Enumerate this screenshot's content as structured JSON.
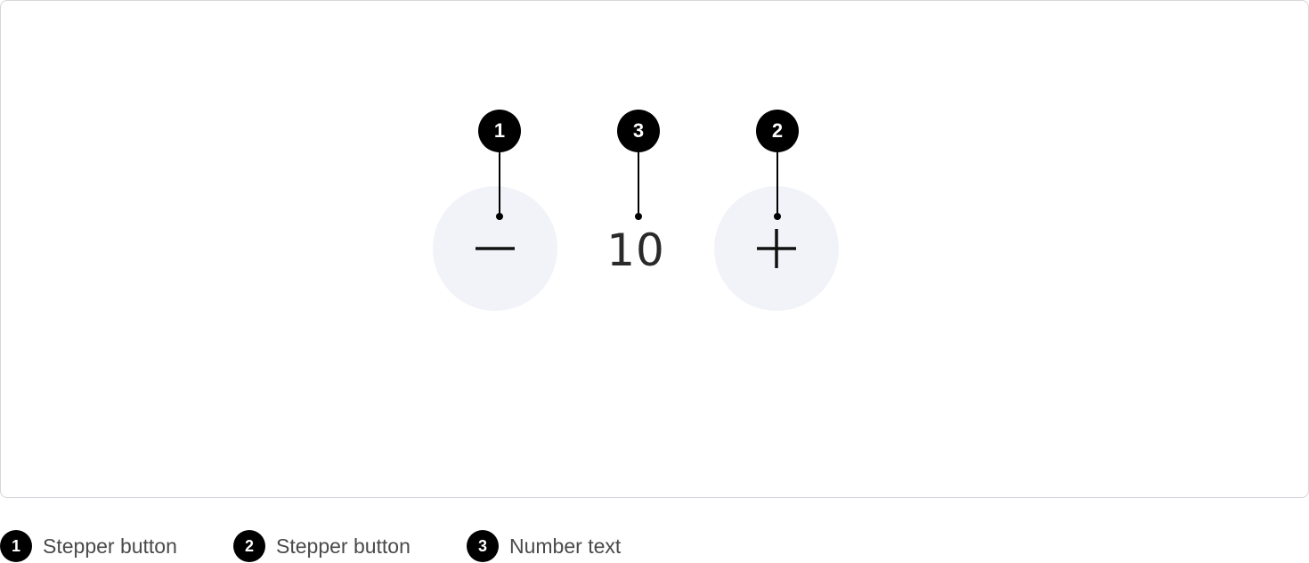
{
  "stepper": {
    "value": "10",
    "decrement_icon": "minus-icon",
    "increment_icon": "plus-icon",
    "button_background": "#f2f3f8",
    "icon_color": "#111111"
  },
  "annotations": [
    {
      "number": "1",
      "target": "decrement-button"
    },
    {
      "number": "3",
      "target": "number-text"
    },
    {
      "number": "2",
      "target": "increment-button"
    }
  ],
  "legend": [
    {
      "number": "1",
      "label": "Stepper button"
    },
    {
      "number": "2",
      "label": "Stepper button"
    },
    {
      "number": "3",
      "label": "Number text"
    }
  ]
}
